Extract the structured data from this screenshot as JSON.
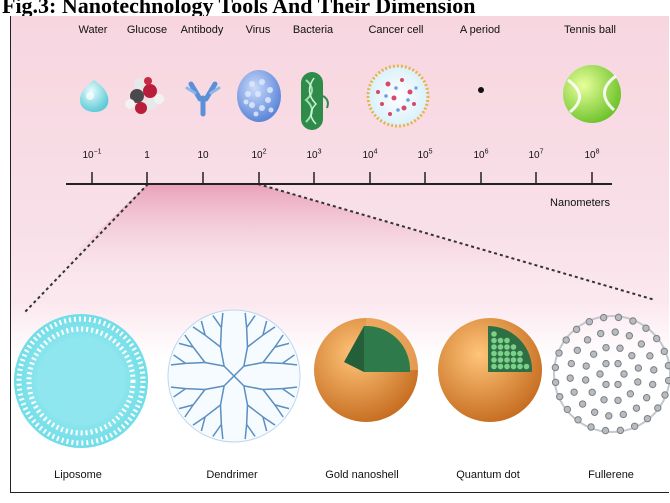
{
  "title": "Fig.3: Nanotechnology Tools And Their Dimension",
  "scale_items": [
    {
      "label": "Water",
      "icon": "water-droplet-icon"
    },
    {
      "label": "Glucose",
      "icon": "glucose-molecule-icon"
    },
    {
      "label": "Antibody",
      "icon": "antibody-icon"
    },
    {
      "label": "Virus",
      "icon": "virus-icon"
    },
    {
      "label": "Bacteria",
      "icon": "bacteria-icon"
    },
    {
      "label": "Cancer cell",
      "icon": "cancer-cell-icon"
    },
    {
      "label": "A period",
      "icon": "period-dot-icon"
    },
    {
      "label": "Tennis ball",
      "icon": "tennis-ball-icon"
    }
  ],
  "axis": {
    "unit_label": "Nanometers",
    "ticks": [
      {
        "base": "10",
        "exp": "−1"
      },
      {
        "base": "1",
        "exp": ""
      },
      {
        "base": "10",
        "exp": ""
      },
      {
        "base": "10",
        "exp": "2"
      },
      {
        "base": "10",
        "exp": "3"
      },
      {
        "base": "10",
        "exp": "4"
      },
      {
        "base": "10",
        "exp": "5"
      },
      {
        "base": "10",
        "exp": "6"
      },
      {
        "base": "10",
        "exp": "7"
      },
      {
        "base": "10",
        "exp": "8"
      }
    ]
  },
  "nano_tools": [
    {
      "label": "Liposome",
      "icon": "liposome-icon"
    },
    {
      "label": "Dendrimer",
      "icon": "dendrimer-icon"
    },
    {
      "label": "Gold nanoshell",
      "icon": "gold-nanoshell-icon"
    },
    {
      "label": "Quantum dot",
      "icon": "quantum-dot-icon"
    },
    {
      "label": "Fullerene",
      "icon": "fullerene-icon"
    }
  ],
  "colors": {
    "panel_bg": "#f7d6e0",
    "water": "#8fdde6",
    "antibody": "#5b8fd6",
    "virus": "#7ea6e8",
    "bacteria": "#2e8b4a",
    "tennis_ball": "#9be04a",
    "liposome": "#7fe0ea",
    "gold_shell": "#e8963a",
    "green_core": "#2e7a4a",
    "fullerene": "#b8bcc0"
  }
}
